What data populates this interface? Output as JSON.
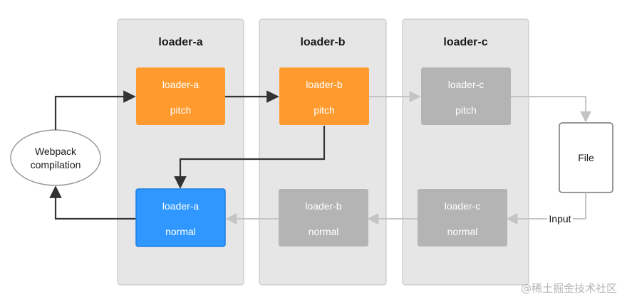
{
  "groups": [
    {
      "title": "loader-a"
    },
    {
      "title": "loader-b"
    },
    {
      "title": "loader-c"
    }
  ],
  "pitch_boxes": [
    {
      "line1": "loader-a",
      "line2": "pitch",
      "state": "active",
      "color": "#FF9A2E"
    },
    {
      "line1": "loader-b",
      "line2": "pitch",
      "state": "active",
      "color": "#FF9A2E"
    },
    {
      "line1": "loader-c",
      "line2": "pitch",
      "state": "skipped",
      "color": "#B4B4B4"
    }
  ],
  "normal_boxes": [
    {
      "line1": "loader-a",
      "line2": "normal",
      "state": "executed",
      "color": "#2F97FF"
    },
    {
      "line1": "loader-b",
      "line2": "normal",
      "state": "skipped",
      "color": "#B4B4B4"
    },
    {
      "line1": "loader-c",
      "line2": "normal",
      "state": "skipped",
      "color": "#B4B4B4"
    }
  ],
  "webpack": {
    "line1": "Webpack",
    "line2": "compilation"
  },
  "file": {
    "label": "File"
  },
  "input_label": "Input",
  "watermark": "@稀土掘金技术社区",
  "colors": {
    "group_bg": "#E6E6E6",
    "group_border": "#C8C8C8",
    "active_arrow": "#333333",
    "inactive_arrow": "#C4C4C4"
  }
}
